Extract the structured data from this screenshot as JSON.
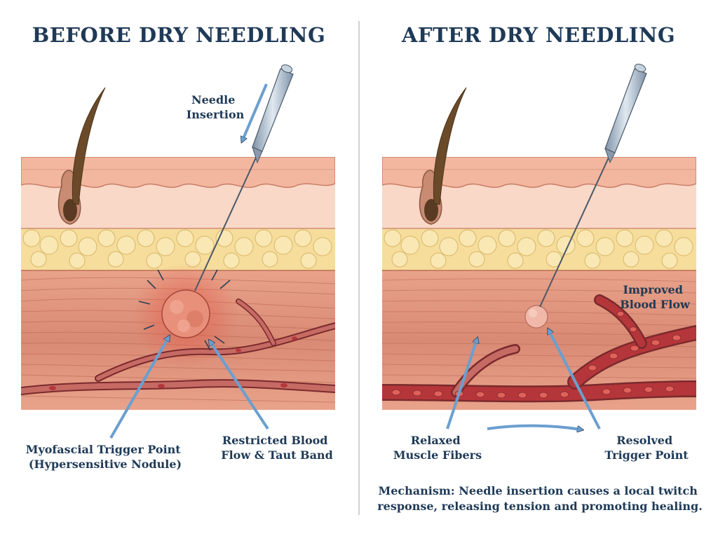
{
  "panels": [
    {
      "title": "BEFORE DRY NEEDLING",
      "labels": {
        "needle_insertion": [
          "Needle",
          "Insertion"
        ],
        "trigger_point": [
          "Myofascial Trigger Point",
          "(Hypersensitive Nodule)"
        ],
        "restricted": [
          "Restricted Blood",
          "Flow & Taut Band"
        ]
      }
    },
    {
      "title": "AFTER DRY NEEDLING",
      "labels": {
        "improved": [
          "Improved",
          "Blood Flow"
        ],
        "relaxed": [
          "Relaxed",
          "Muscle Fibers"
        ],
        "resolved": [
          "Resolved",
          "Trigger Point"
        ]
      }
    }
  ],
  "mechanism": [
    "Mechanism: Needle insertion causes a local twitch",
    "response, releasing tension and promoting healing."
  ],
  "colors": {
    "title": "#1f3a57",
    "arrow": "#6b9fcf",
    "skin_outer": "#f3b7a0",
    "dermis": "#f9d8c8",
    "fat": "#f6dd9c",
    "muscle": "#d98a74",
    "vessel": "#b5363a",
    "blood_cell": "#d9514f",
    "nodule": "#e8907a",
    "hair": "#6b4a2a"
  }
}
